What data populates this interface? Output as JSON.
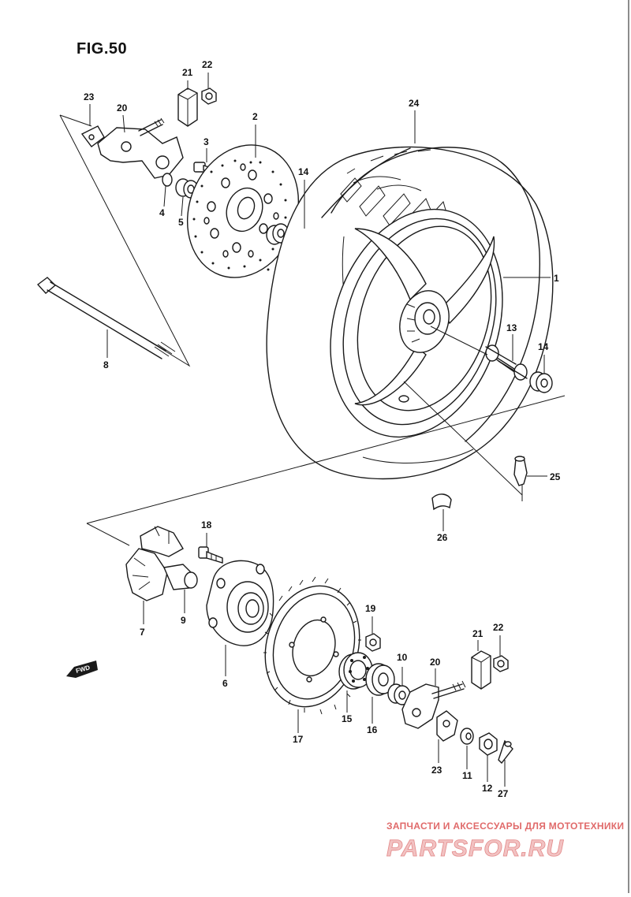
{
  "figure": {
    "title": "FIG.50"
  },
  "callouts": [
    {
      "id": "1",
      "label": "1"
    },
    {
      "id": "2",
      "label": "2"
    },
    {
      "id": "3",
      "label": "3"
    },
    {
      "id": "4",
      "label": "4"
    },
    {
      "id": "5",
      "label": "5"
    },
    {
      "id": "6",
      "label": "6"
    },
    {
      "id": "7",
      "label": "7"
    },
    {
      "id": "8",
      "label": "8"
    },
    {
      "id": "9",
      "label": "9"
    },
    {
      "id": "10",
      "label": "10"
    },
    {
      "id": "11",
      "label": "11"
    },
    {
      "id": "12",
      "label": "12"
    },
    {
      "id": "13",
      "label": "13"
    },
    {
      "id": "14a",
      "label": "14"
    },
    {
      "id": "14b",
      "label": "14"
    },
    {
      "id": "15",
      "label": "15"
    },
    {
      "id": "16",
      "label": "16"
    },
    {
      "id": "17",
      "label": "17"
    },
    {
      "id": "18",
      "label": "18"
    },
    {
      "id": "19",
      "label": "19"
    },
    {
      "id": "20a",
      "label": "20"
    },
    {
      "id": "20b",
      "label": "20"
    },
    {
      "id": "21a",
      "label": "21"
    },
    {
      "id": "21b",
      "label": "21"
    },
    {
      "id": "22a",
      "label": "22"
    },
    {
      "id": "22b",
      "label": "22"
    },
    {
      "id": "23a",
      "label": "23"
    },
    {
      "id": "23b",
      "label": "23"
    },
    {
      "id": "24",
      "label": "24"
    },
    {
      "id": "25",
      "label": "25"
    },
    {
      "id": "26",
      "label": "26"
    },
    {
      "id": "27",
      "label": "27"
    }
  ],
  "direction_badge": {
    "label": "FWD"
  },
  "watermark": {
    "tagline": "ЗАПЧАСТИ И АКСЕССУАРЫ ДЛЯ МОТОТЕХНИКИ",
    "logo": "PARTSFOR.RU"
  },
  "colors": {
    "ink": "#1a1a1a",
    "watermark": "#e06a6a",
    "watermark_fill": "#f2c2c2"
  }
}
